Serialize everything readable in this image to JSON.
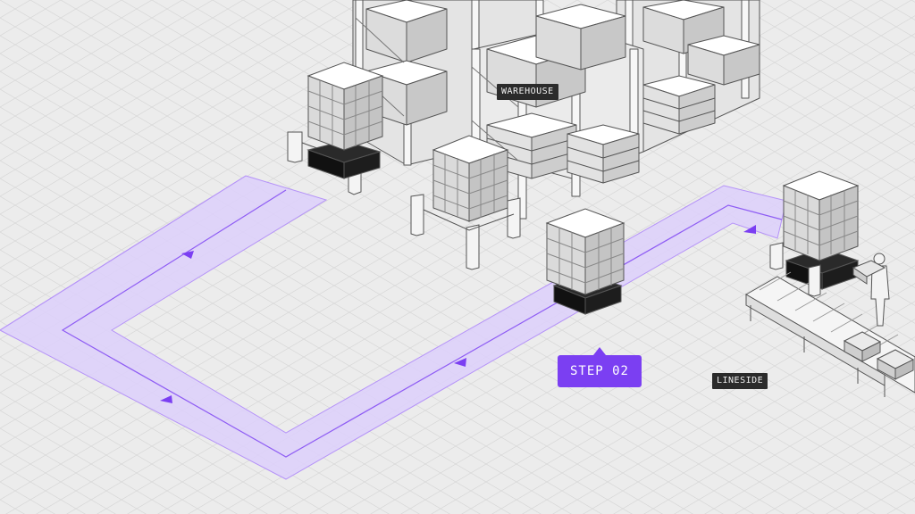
{
  "labels": {
    "warehouse": "WAREHOUSE",
    "lineside": "LINESIDE",
    "step": "STEP 02"
  },
  "colors": {
    "background": "#ececec",
    "grid": "#d8d8d8",
    "path_fill": "#ddd0fb",
    "path_line": "#9b6cf6",
    "accent": "#7b3ff2",
    "label_bg": "#2b2b2b",
    "robot": "#1d1d1d",
    "line_art": "#555555",
    "crate_light": "#ffffff",
    "crate_mid": "#dcdcdc",
    "crate_dark": "#c4c4c4"
  },
  "icons": [
    "direction-arrow-icon",
    "mobile-robot-icon",
    "pallet-cage-icon",
    "worker-icon",
    "conveyor-icon",
    "pallet-rack-icon"
  ]
}
